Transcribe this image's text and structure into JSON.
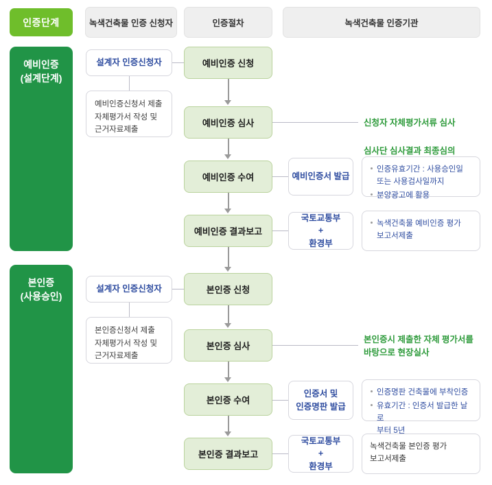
{
  "header": {
    "stage_badge": "인증단계",
    "columns": [
      "녹색건축물 인증 신청자",
      "인증절차",
      "녹색건축물 인증기관"
    ]
  },
  "stages": [
    {
      "label": "예비인증\n(설계단계)"
    },
    {
      "label": "본인증\n(사용승인)"
    }
  ],
  "applicants": [
    {
      "title": "설계자 인증신청자",
      "note": "예비인증신청서 제출\n자체평가서 작성 및\n근거자료제출"
    },
    {
      "title": "설계자 인증신청자",
      "note": "본인증신청서 제출\n자체평가서 작성 및\n근거자료제출"
    }
  ],
  "process": [
    {
      "label": "예비인증 신청"
    },
    {
      "label": "예비인증 심사"
    },
    {
      "label": "예비인증 수여"
    },
    {
      "label": "예비인증 결과보고"
    },
    {
      "label": "본인증 신청"
    },
    {
      "label": "본인증 심사"
    },
    {
      "label": "본인증 수여"
    },
    {
      "label": "본인증 결과보고"
    }
  ],
  "green_notes": [
    "신청자 자체평가서류 심사",
    "심사단 심사결과 최종심의",
    "본인증시 제출한 자체 평가서를\n바탕으로 현장실사"
  ],
  "issue_boxes": [
    {
      "label": "예비인증서 발급"
    },
    {
      "label": "국토교통부\n+\n환경부"
    },
    {
      "label": "인증서 및\n인증명판 발급"
    },
    {
      "label": "국토교통부\n+\n환경부"
    }
  ],
  "detail_boxes": [
    {
      "bullets": [
        "인증유효기간 : 사용승인일\n또는 사용검사일까지",
        "분양광고에 활용"
      ]
    },
    {
      "bullets": [
        "녹색건축물 예비인증 평가\n보고서제출"
      ]
    },
    {
      "bullets": [
        "인증명판 건축물에 부착인증",
        "유효기간 : 인증서 발급한 날로\n부터 5년"
      ]
    },
    {
      "plain": true,
      "bullets": [
        "녹색건축물 본인증 평가\n보고서제출"
      ]
    }
  ],
  "colors": {
    "stage_badge_green": "#6fbe2b",
    "stage_block_green": "#219447",
    "process_fill": "#e3eed8",
    "process_border": "#b9d29c",
    "navy_text": "#2f4da0",
    "green_note": "#2f9b3c",
    "header_fill": "#efefef"
  }
}
